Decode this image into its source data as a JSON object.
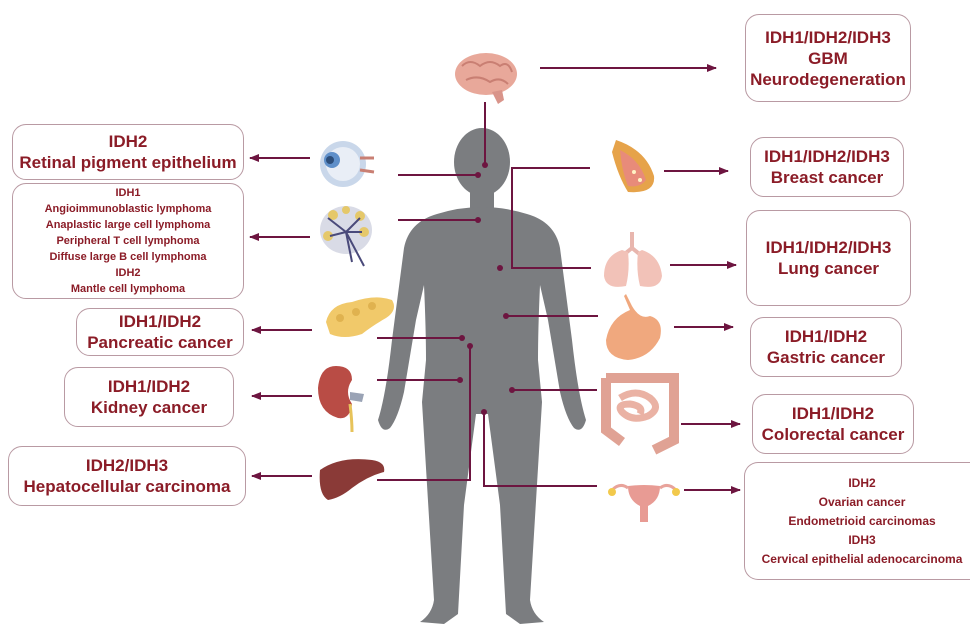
{
  "brain": {
    "lines": [
      "IDH1/IDH2/IDH3",
      "GBM",
      "Neurodegeneration"
    ]
  },
  "eye": {
    "lines": [
      "IDH2",
      "Retinal pigment epithelium"
    ]
  },
  "lymph": {
    "lines": [
      "IDH1",
      "Angioimmunoblastic lymphoma",
      "Anaplastic large cell lymphoma",
      "Peripheral T cell lymphoma",
      "Diffuse large B cell lymphoma",
      "IDH2",
      "Mantle cell lymphoma"
    ]
  },
  "pancreas": {
    "lines": [
      "IDH1/IDH2",
      "Pancreatic cancer"
    ]
  },
  "kidney": {
    "lines": [
      "IDH1/IDH2",
      "Kidney cancer"
    ]
  },
  "liver": {
    "lines": [
      "IDH2/IDH3",
      "Hepatocellular carcinoma"
    ]
  },
  "breast": {
    "lines": [
      "IDH1/IDH2/IDH3",
      "Breast cancer"
    ]
  },
  "lung": {
    "lines": [
      "IDH1/IDH2/IDH3",
      "Lung cancer"
    ]
  },
  "stomach": {
    "lines": [
      "IDH1/IDH2",
      "Gastric cancer"
    ]
  },
  "colon": {
    "lines": [
      "IDH1/IDH2",
      "Colorectal cancer"
    ]
  },
  "uterus": {
    "lines": [
      "IDH2",
      "Ovarian  cancer",
      "Endometrioid carcinomas",
      "IDH3",
      "Cervical epithelial adenocarcinoma"
    ]
  },
  "colors": {
    "text": "#8b1c27",
    "line": "#6d1540",
    "box_border": "#b99aa3",
    "body": "#7b7d80"
  }
}
